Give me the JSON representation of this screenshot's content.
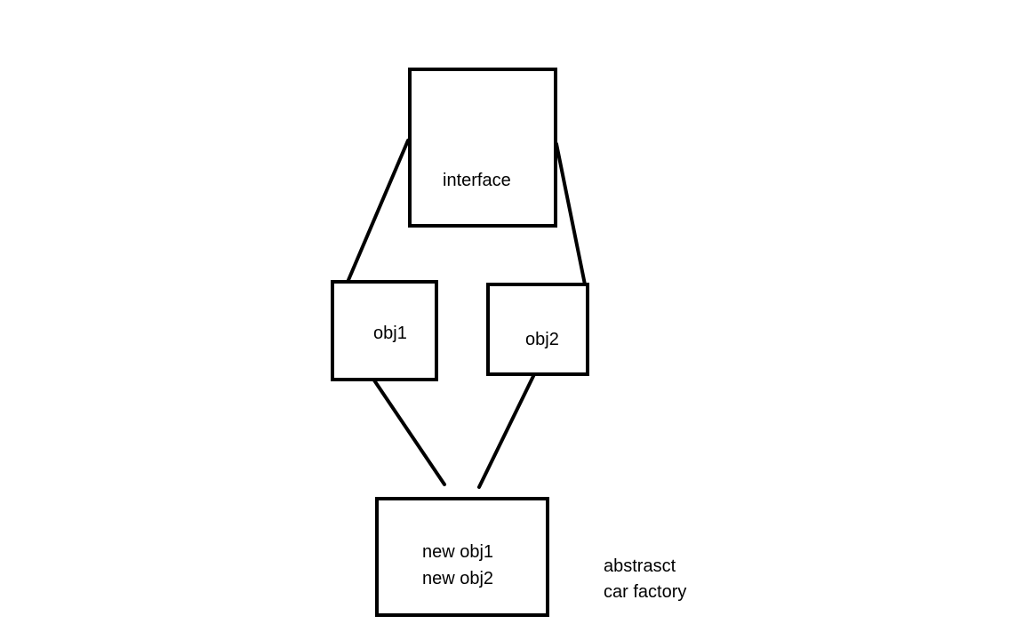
{
  "diagram": {
    "nodes": {
      "interface": {
        "label": "interface"
      },
      "obj1": {
        "label": "obj1"
      },
      "obj2": {
        "label": "obj2"
      },
      "factory": {
        "lines": [
          "new obj1",
          "new obj2"
        ]
      }
    },
    "edges": [
      {
        "from": "interface",
        "to": "obj1"
      },
      {
        "from": "interface",
        "to": "obj2"
      },
      {
        "from": "obj1",
        "to": "factory"
      },
      {
        "from": "obj2",
        "to": "factory"
      }
    ],
    "annotation": {
      "lines": [
        "abstrasct",
        "car factory"
      ]
    },
    "colors": {
      "stroke": "#000000",
      "background": "#ffffff"
    }
  }
}
